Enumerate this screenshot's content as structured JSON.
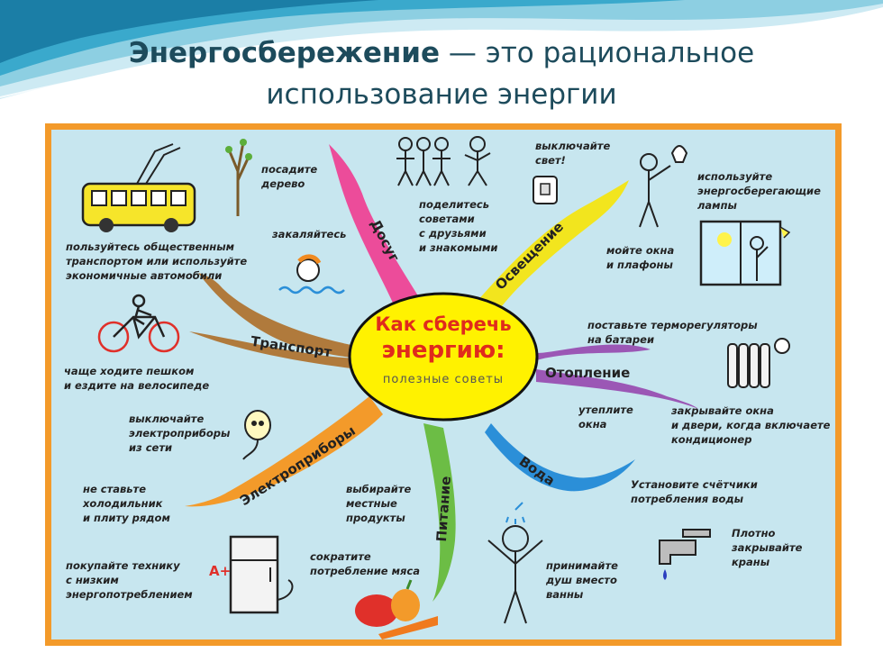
{
  "title": {
    "bold": "Энергосбережение",
    "rest_line1": " — это рациональное",
    "line2": "использование энергии"
  },
  "hub": {
    "line1": "Как сберечь",
    "line2": "энергию:",
    "line3": "полезные советы"
  },
  "branches": {
    "leisure": "Досуг",
    "lighting": "Освещение",
    "transport": "Транспорт",
    "heating": "Отопление",
    "appliances": "Электроприборы",
    "food": "Питание",
    "water": "Вода"
  },
  "notes": {
    "plant_tree": "посадите\nдерево",
    "share_tips": "поделитесь\nсоветами\nс друзьями\nи знакомыми",
    "switch_off_light": "выключайте\nсвет!",
    "use_lamps": "используйте\nэнергосберегающие\nлампы",
    "harden": "закаляйтесь",
    "public_transport": "пользуйтесь общественным\nтранспортом или используйте\nэкономичные автомобили",
    "wash_windows": "мойте окна\nи плафоны",
    "walk_cycle": "чаще ходите пешком\nи ездите на велосипеде",
    "thermostats": "поставьте  терморегуляторы\nна батареи",
    "insulate": "утеплите\nокна",
    "close_windows": "закрывайте окна\nи двери, когда включаете\nкондиционер",
    "unplug": "выключайте\nэлектроприборы\nиз сети",
    "fridge_stove": "не ставьте\nхолодильник\nи плиту рядом",
    "local_food": "выбирайте\nместные\nпродукты",
    "water_meters": "Установите счётчики\nпотребления воды",
    "close_taps": "Плотно\nзакрывайте\nкраны",
    "low_energy_tech": "покупайте технику\nс низким\nэнергопотреблением",
    "less_meat": "сократите\nпотребление мяса",
    "shower": "принимайте\nдуш вместо\nванны"
  },
  "fridge_class": "A+",
  "colors": {
    "frame": "#f39a2a",
    "background": "#c7e6ef",
    "hub_fill": "#fff200",
    "hub_text": "#e02b1c",
    "leisure": "#ec4c9a",
    "lighting": "#f2e51e",
    "transport": "#b07a3c",
    "heating": "#9b57b5",
    "appliances": "#f39a2a",
    "food": "#6cbd45",
    "water": "#2b8fd8",
    "title": "#1d4b5c"
  }
}
